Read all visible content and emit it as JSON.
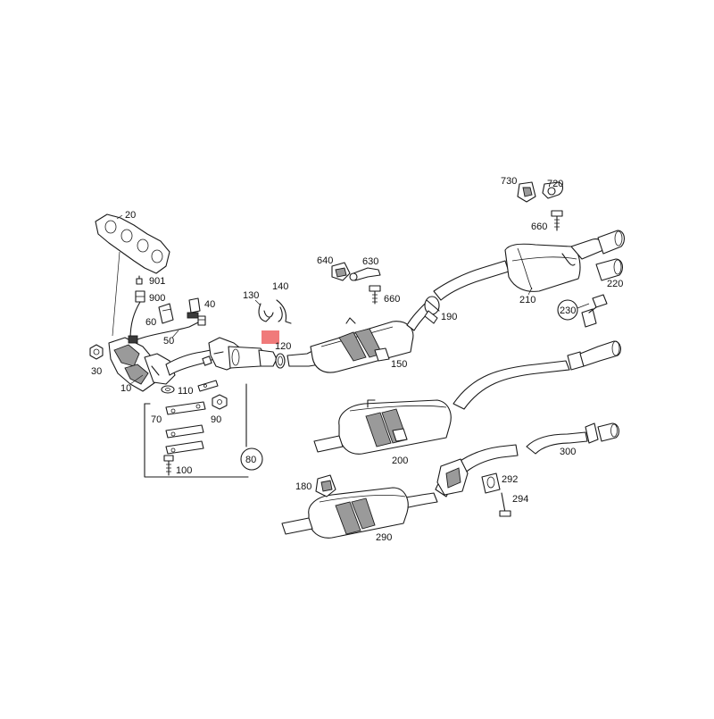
{
  "labels": {
    "p10": "10",
    "p20": "20",
    "p30": "30",
    "p40": "40",
    "p50": "50",
    "p60": "60",
    "p70": "70",
    "p80": "80",
    "p90": "90",
    "p100": "100",
    "p110": "110",
    "p120": "120",
    "p130": "130",
    "p140": "140",
    "p150": "150",
    "p180": "180",
    "p190": "190",
    "p200": "200",
    "p210": "210",
    "p220": "220",
    "p230": "230",
    "p290": "290",
    "p292": "292",
    "p294": "294",
    "p300": "300",
    "p630": "630",
    "p640": "640",
    "p660a": "660",
    "p660b": "660",
    "p720": "720",
    "p730": "730",
    "p900": "900",
    "p901": "901"
  },
  "colors": {
    "highlight": "#f07a7a",
    "line": "#1a1a1a",
    "shade": "#9a9a9a"
  }
}
